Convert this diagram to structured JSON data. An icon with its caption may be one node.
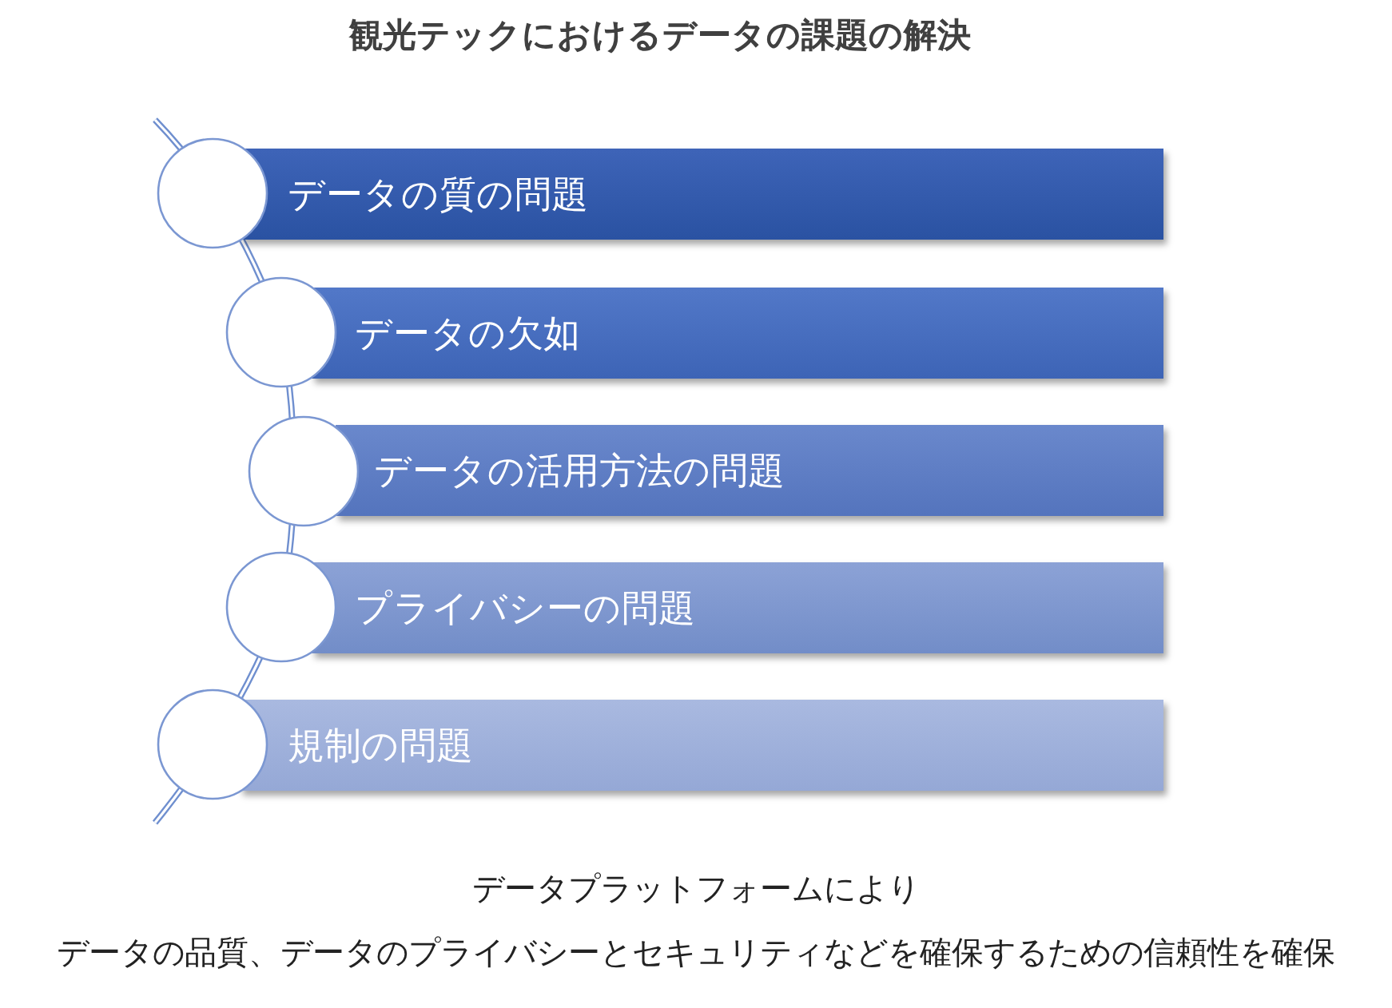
{
  "diagram": {
    "title": "観光テックにおけるデータの課題の解決",
    "nodes": [
      {
        "text": [
          "データの質の問題"
        ]
      },
      {
        "text": [
          "データの欠如"
        ]
      },
      {
        "text": [
          "データの活用方法の問題"
        ]
      },
      {
        "text": [
          "プライバシーの問題"
        ]
      },
      {
        "text": [
          "規制の問題"
        ]
      }
    ],
    "labels": [
      "データプラットフォームにより",
      "データの品質、データのプライバシーとセキュリティなどを確保するための信頼性を確保"
    ]
  }
}
